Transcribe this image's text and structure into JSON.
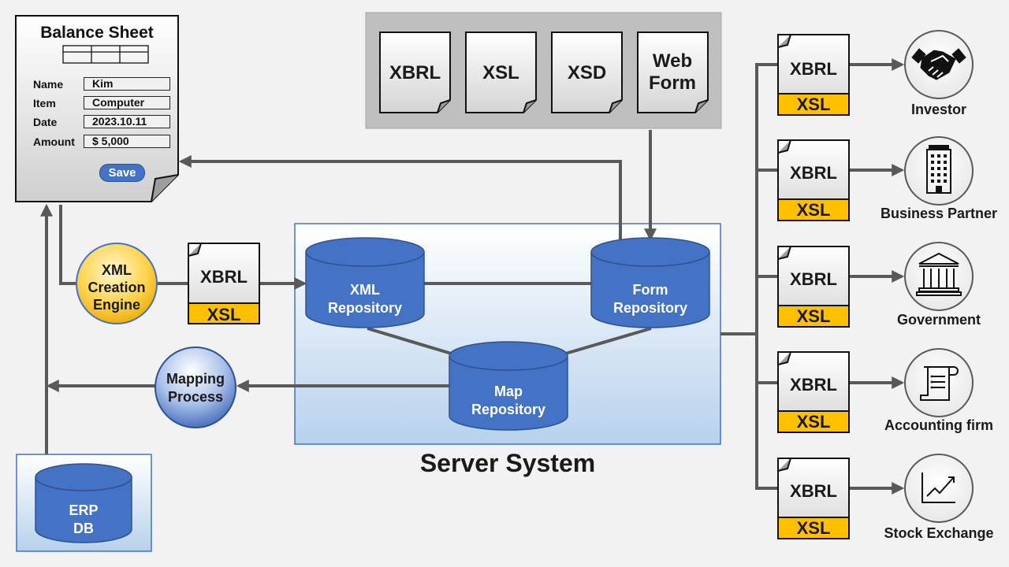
{
  "balance_sheet": {
    "title": "Balance Sheet",
    "fields": [
      {
        "label": "Name",
        "value": "Kim"
      },
      {
        "label": "Item",
        "value": "Computer"
      },
      {
        "label": "Date",
        "value": "2023.10.11"
      },
      {
        "label": "Amount",
        "value": "$ 5,000"
      }
    ],
    "save_label": "Save"
  },
  "documents": [
    "XBRL",
    "XSL",
    "XSD",
    "Web Form"
  ],
  "xml_creation_engine": "XML Creation Engine",
  "mapping_process": "Mapping Process",
  "erp_db": "ERP DB",
  "server_system": {
    "title": "Server System",
    "xml_repository": "XML Repository",
    "form_repository": "Form Repository",
    "map_repository": "Map Repository"
  },
  "file_icon": {
    "top": "XBRL",
    "bottom": "XSL"
  },
  "recipients": [
    {
      "label": "Investor",
      "icon": "handshake-icon"
    },
    {
      "label": "Business Partner",
      "icon": "building-icon"
    },
    {
      "label": "Government",
      "icon": "government-building-icon"
    },
    {
      "label": "Accounting firm",
      "icon": "receipt-icon"
    },
    {
      "label": "Stock Exchange",
      "icon": "stock-chart-icon"
    }
  ],
  "colors": {
    "arrow": "#595959",
    "repository_blue": "#4472c4",
    "xsl_band": "#ffc000",
    "server_box_border": "#4472c4"
  }
}
